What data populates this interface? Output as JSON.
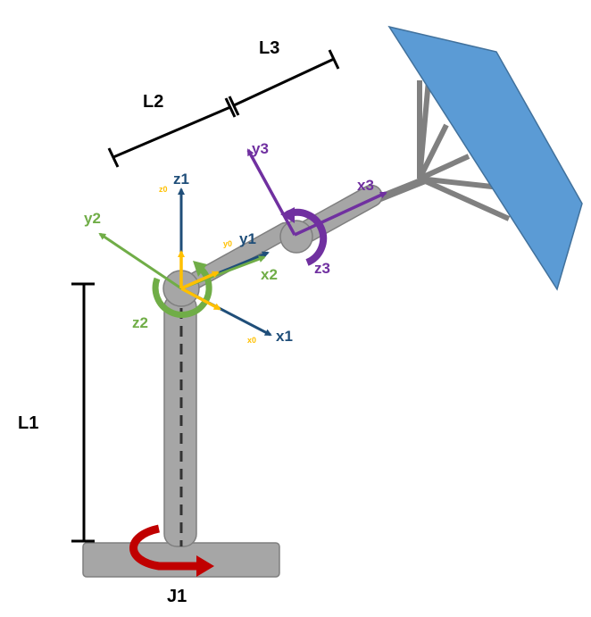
{
  "colors": {
    "arm_fill": "#a6a6a6",
    "arm_stroke": "#7f7f7f",
    "panel_fill": "#5b9bd5",
    "panel_stroke": "#41719c",
    "frame1": "#1f4e79",
    "frame0": "#ffc000",
    "frame2": "#70ad47",
    "frame3": "#7030a0",
    "base_arrow": "#c00000",
    "dimension": "#000000",
    "strut": "#808080"
  },
  "labels": {
    "L1": "L1",
    "L2": "L2",
    "L3": "L3",
    "J1": "J1",
    "z1": "z1",
    "z0": "z0",
    "y2": "y2",
    "y0": "y0",
    "y1": "y1",
    "x2": "x2",
    "z2": "z2",
    "x0": "x0",
    "x1": "x1",
    "y3": "y3",
    "x3": "x3",
    "z3": "z3"
  }
}
